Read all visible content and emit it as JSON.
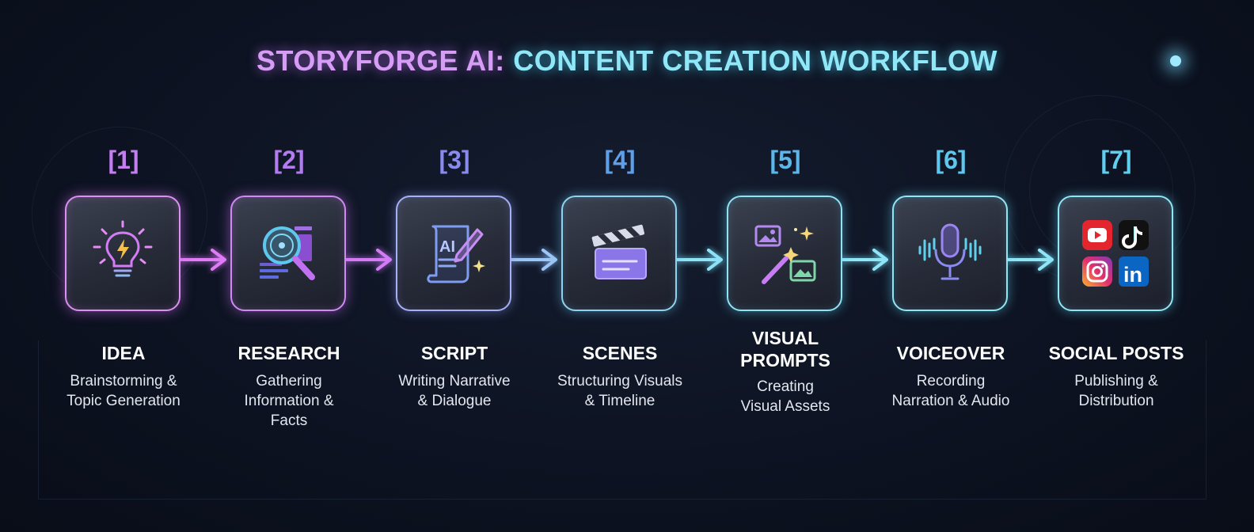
{
  "title": {
    "brand": "STORYFORGE AI:",
    "rest": "CONTENT CREATION WORKFLOW"
  },
  "steps": [
    {
      "number": "[1]",
      "label": "IDEA",
      "desc1": "Brainstorming &",
      "desc2": "Topic Generation",
      "desc3": "",
      "icon": "lightbulb-icon",
      "color": "#c86be8"
    },
    {
      "number": "[2]",
      "label": "RESEARCH",
      "desc1": "Gathering",
      "desc2": "Information &",
      "desc3": "Facts",
      "icon": "magnifier-icon",
      "color": "#b06ef0"
    },
    {
      "number": "[3]",
      "label": "SCRIPT",
      "desc1": "Writing Narrative",
      "desc2": "& Dialogue",
      "desc3": "",
      "icon": "ai-script-icon",
      "color": "#8d86ee"
    },
    {
      "number": "[4]",
      "label": "SCENES",
      "desc1": "Structuring Visuals",
      "desc2": "& Timeline",
      "desc3": "",
      "icon": "clapperboard-icon",
      "color": "#6aa6ea"
    },
    {
      "number": "[5]",
      "label1": "VISUAL",
      "label2": "PROMPTS",
      "desc1": "Creating",
      "desc2": "Visual Assets",
      "icon": "magic-wand-image-icon",
      "color": "#5cc3ea"
    },
    {
      "number": "[6]",
      "label": "VOICEOVER",
      "desc1": "Recording",
      "desc2": "Narration & Audio",
      "desc3": "",
      "icon": "microphone-icon",
      "color": "#62cfee"
    },
    {
      "number": "[7]",
      "label": "SOCIAL POSTS",
      "desc1": "Publishing &",
      "desc2": "Distribution",
      "desc3": "",
      "icon": "social-media-icons",
      "color": "#5ad3ee"
    }
  ],
  "social": {
    "linkedin": "in"
  },
  "script_icon_text": "AI"
}
